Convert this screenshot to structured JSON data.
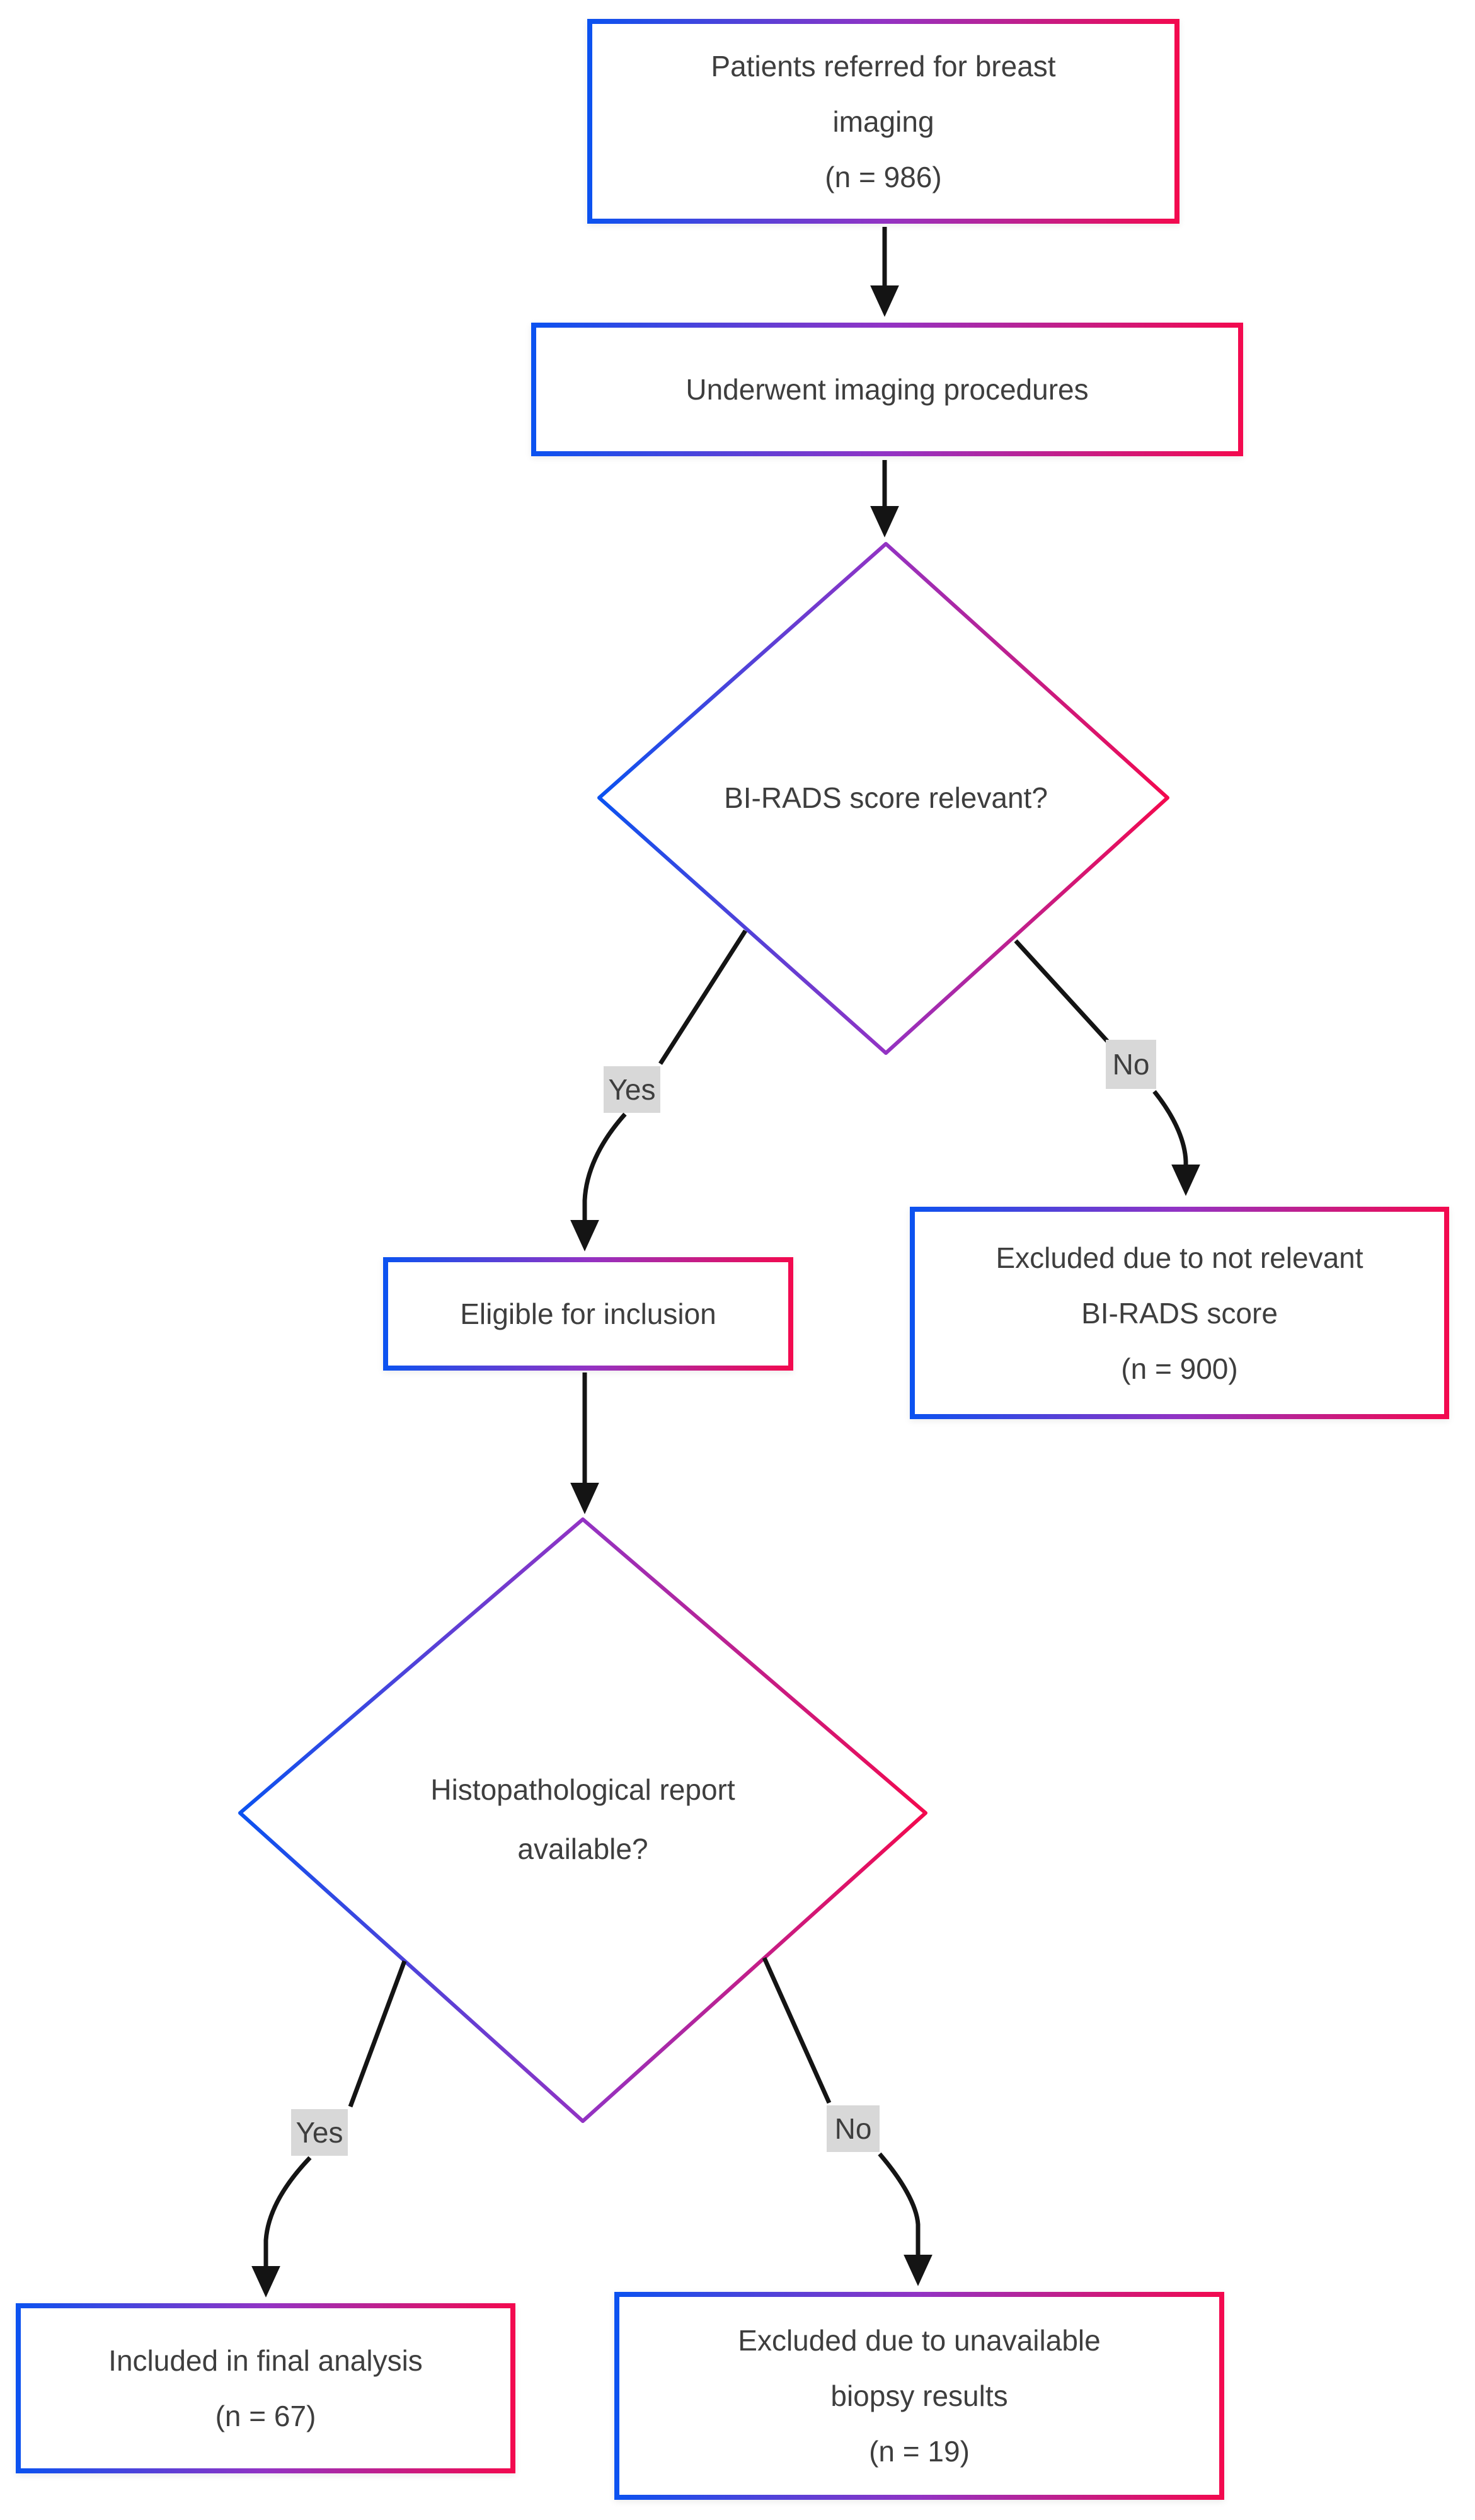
{
  "nodes": {
    "referred": {
      "lines": [
        "Patients referred for breast",
        "imaging",
        "(n = 986)"
      ]
    },
    "underwent": {
      "lines": [
        "Underwent imaging procedures"
      ]
    },
    "decision_birads": {
      "lines": [
        "BI-RADS score relevant?"
      ]
    },
    "eligible": {
      "lines": [
        "Eligible for inclusion"
      ]
    },
    "excluded_birads": {
      "lines": [
        "Excluded due to not relevant",
        "BI-RADS score",
        "(n = 900)"
      ]
    },
    "decision_histopath": {
      "lines": [
        "Histopathological report",
        "available?"
      ]
    },
    "included": {
      "lines": [
        "Included in final analysis",
        "(n = 67)"
      ]
    },
    "excluded_biopsy": {
      "lines": [
        "Excluded due to unavailable",
        "biopsy results",
        "(n = 19)"
      ]
    }
  },
  "edge_labels": {
    "yes1": "Yes",
    "no1": "No",
    "yes2": "Yes",
    "no2": "No"
  },
  "colors": {
    "gradient_blue": "#0b52f0",
    "gradient_purple": "#9233c4",
    "gradient_red": "#f3094e",
    "arrow": "#141414",
    "label_bg": "#d8d8d8",
    "text": "#3e3e3e"
  }
}
